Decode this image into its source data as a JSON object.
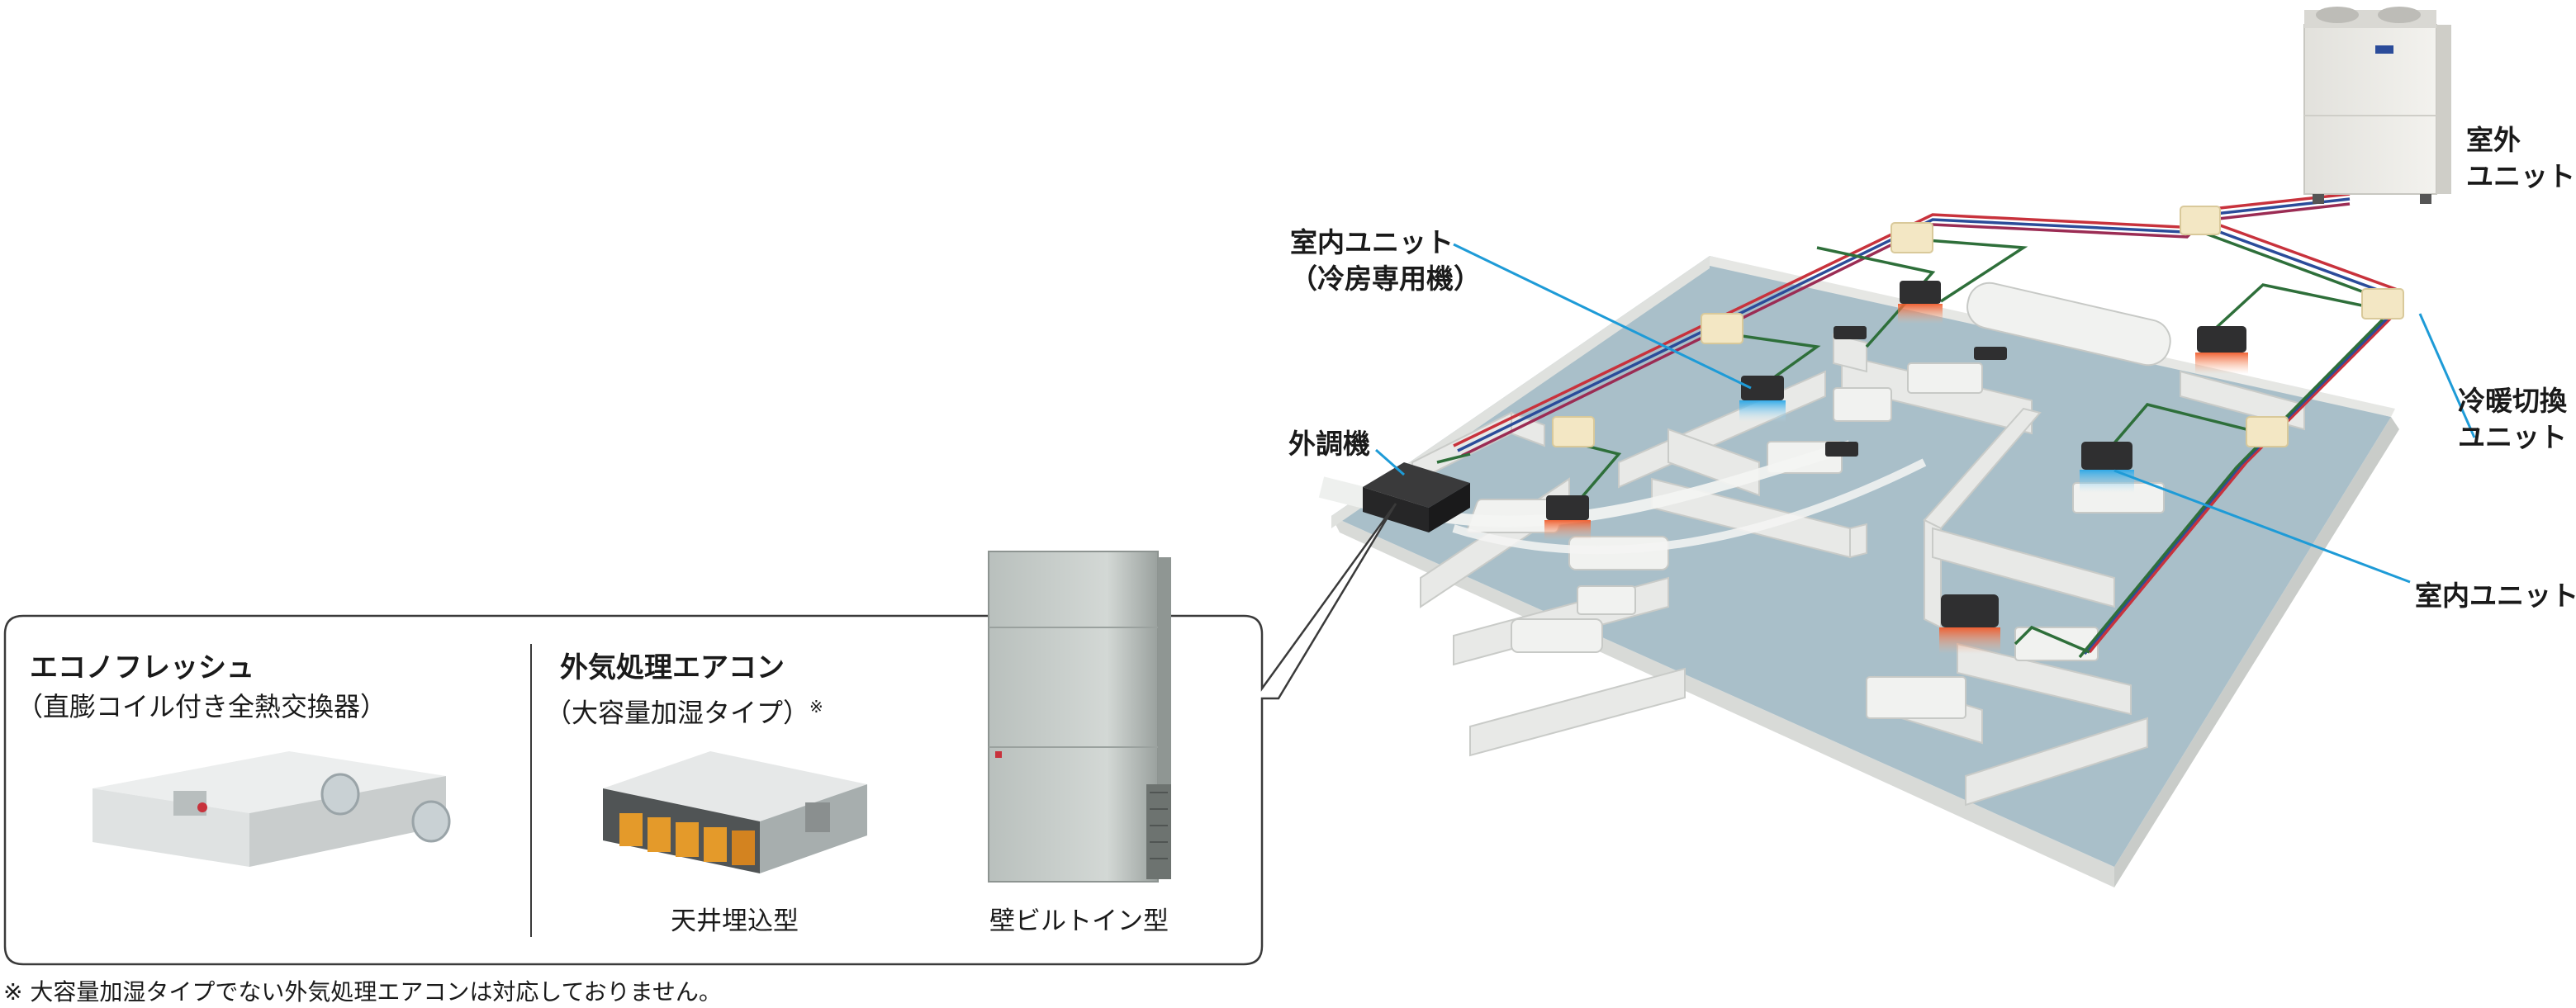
{
  "labels": {
    "outdoor_unit": [
      "室外",
      "ユニット"
    ],
    "indoor_unit_cooling": [
      "室内ユニット",
      "（冷房専用機）"
    ],
    "outside_air_unit": "外調機",
    "switch_unit": [
      "冷暖切換",
      "ユニット"
    ],
    "indoor_unit": "室内ユニット"
  },
  "panel": {
    "left": {
      "title": "エコノフレッシュ",
      "subtitle": "（直膨コイル付き全熱交換器）"
    },
    "right": {
      "title": "外気処理エアコン",
      "subtitle": "（大容量加湿タイプ）",
      "mark": "※",
      "captions": [
        "天井埋込型",
        "壁ビルトイン型"
      ]
    }
  },
  "footnote": "※ 大容量加湿タイプでない外気処理エアコンは対応しておりません。",
  "colors": {
    "floor": "#a9bfc9",
    "wall": "#e8e9e7",
    "pipe_red": "#c8323c",
    "pipe_blue": "#2b4c9a",
    "pipe_green": "#2e6f3a",
    "leader": "#1e9bd7",
    "box": "#f3e7c4",
    "warm": "#f05a2a",
    "cool": "#29a7e8"
  }
}
